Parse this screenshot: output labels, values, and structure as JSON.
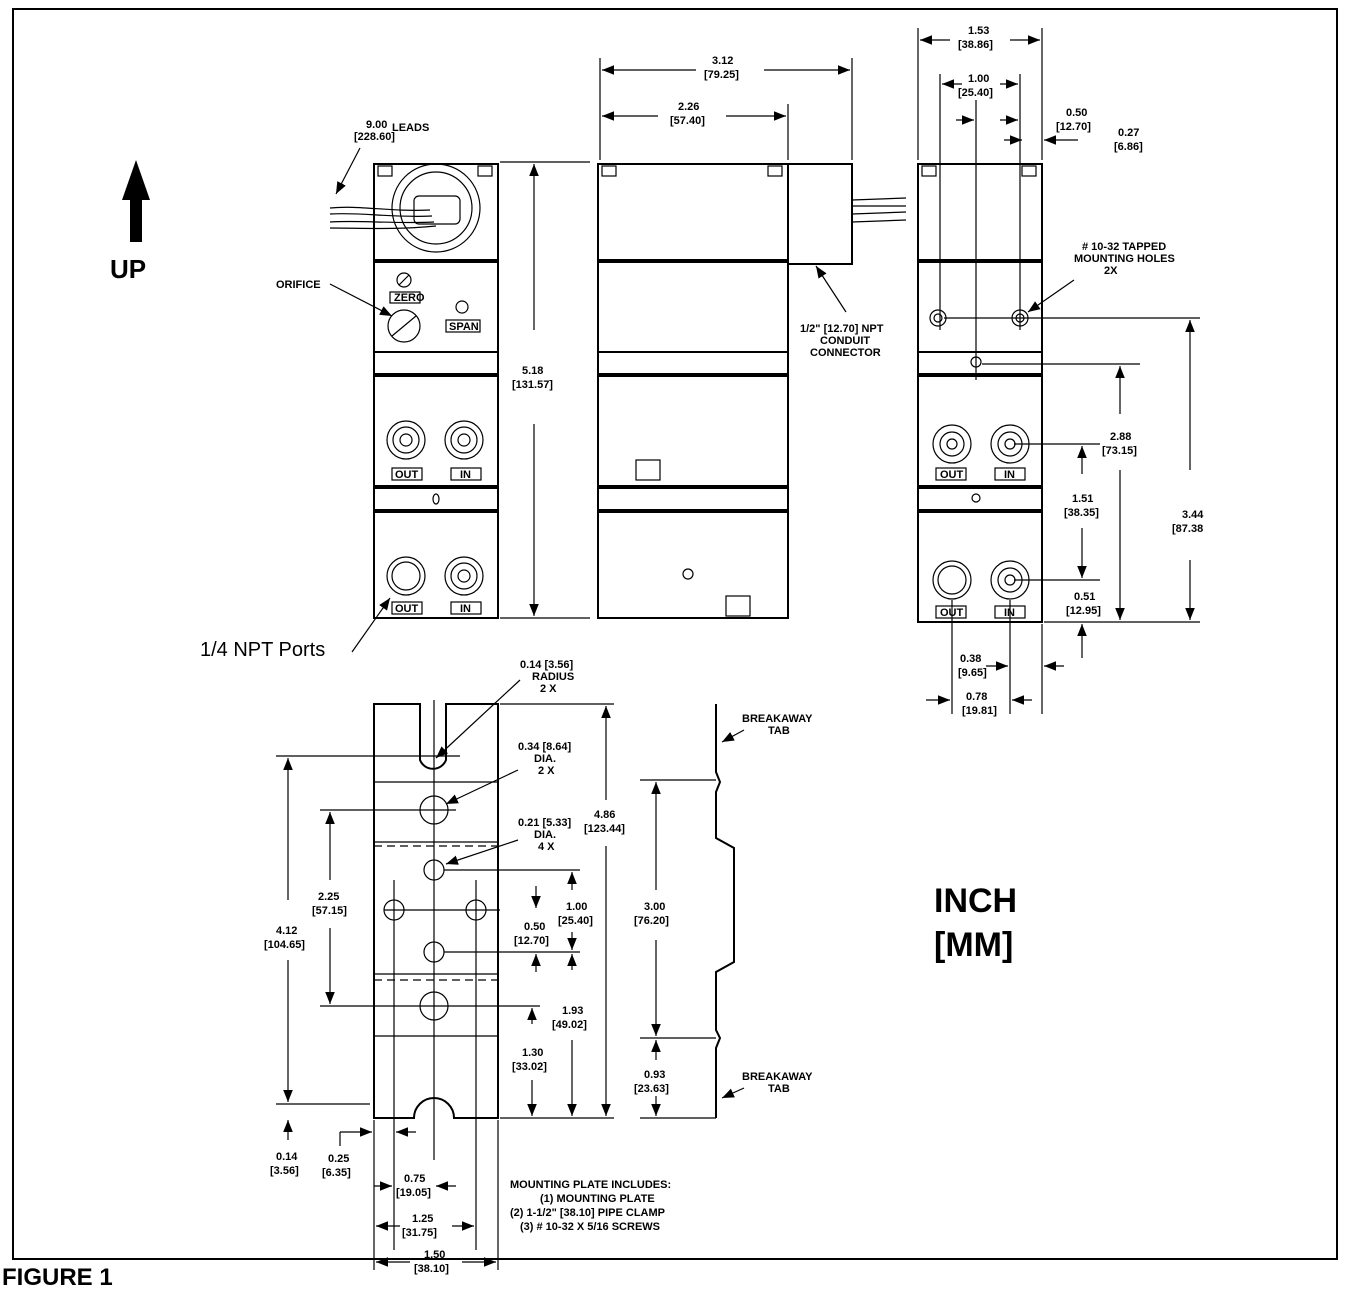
{
  "figure_label": "FIGURE  1",
  "orientation_label": "UP",
  "units_label": {
    "line1": "INCH",
    "line2": "[MM]"
  },
  "front_view": {
    "leads_value": "9.00",
    "leads_mm": "[228.60]",
    "leads_word": "LEADS",
    "orifice_label": "ORIFICE",
    "zero_label": "ZERO",
    "span_label": "SPAN",
    "out_label": "OUT",
    "in_label": "IN",
    "height_in": "5.18",
    "height_mm": "[131.57]",
    "ports_label": "1/4 NPT Ports"
  },
  "side_view": {
    "width_in": "3.12",
    "width_mm": "[79.25]",
    "body_in": "2.26",
    "body_mm": "[57.40]",
    "conduit_line1": "1/2\" [12.70] NPT",
    "conduit_line2": "CONDUIT",
    "conduit_line3": "CONNECTOR"
  },
  "rear_view": {
    "w_in": "1.53",
    "w_mm": "[38.86]",
    "holes_in": "1.00",
    "holes_mm": "[25.40]",
    "d050_in": "0.50",
    "d050_mm": "[12.70]",
    "d027_in": "0.27",
    "d027_mm": "[6.86]",
    "mount_line1": "# 10-32 TAPPED",
    "mount_line2": "MOUNTING HOLES",
    "mount_line3": "2X",
    "d288_in": "2.88",
    "d288_mm": "[73.15]",
    "d151_in": "1.51",
    "d151_mm": "[38.35]",
    "d344_in": "3.44",
    "d344_mm": "[87.38",
    "d051_in": "0.51",
    "d051_mm": "[12.95]",
    "d038_in": "0.38",
    "d038_mm": "[9.65]",
    "d078_in": "0.78",
    "d078_mm": "[19.81]",
    "out_label": "OUT",
    "in_label": "IN"
  },
  "mounting_plate": {
    "radius_line1": "0.14 [3.56]",
    "radius_line2": "RADIUS",
    "radius_line3": "2 X",
    "dia34_line1": "0.34 [8.64]",
    "dia34_line2": "DIA.",
    "dia34_line3": "2 X",
    "dia21_line1": "0.21 [5.33]",
    "dia21_line2": "DIA.",
    "dia21_line3": "4 X",
    "d486_in": "4.86",
    "d486_mm": "[123.44]",
    "d412_in": "4.12",
    "d412_mm": "[104.65]",
    "d225_in": "2.25",
    "d225_mm": "[57.15]",
    "d100_in": "1.00",
    "d100_mm": "[25.40]",
    "d050_in": "0.50",
    "d050_mm": "[12.70]",
    "d193_in": "1.93",
    "d193_mm": "[49.02]",
    "d130_in": "1.30",
    "d130_mm": "[33.02]",
    "d014_in": "0.14",
    "d014_mm": "[3.56]",
    "d025_in": "0.25",
    "d025_mm": "[6.35]",
    "d075_in": "0.75",
    "d075_mm": "[19.05]",
    "d125_in": "1.25",
    "d125_mm": "[31.75]",
    "d150_in": "1.50",
    "d150_mm": "[38.10]",
    "includes_title": "MOUNTING PLATE INCLUDES:",
    "includes_1": "(1) MOUNTING PLATE",
    "includes_2": "(2) 1-1/2\" [38.10] PIPE CLAMP",
    "includes_3": "(3) # 10-32 X 5/16 SCREWS"
  },
  "plate_side": {
    "d300_in": "3.00",
    "d300_mm": "[76.20]",
    "d093_in": "0.93",
    "d093_mm": "[23.63]",
    "tab_line1": "BREAKAWAY",
    "tab_line2": "TAB"
  }
}
